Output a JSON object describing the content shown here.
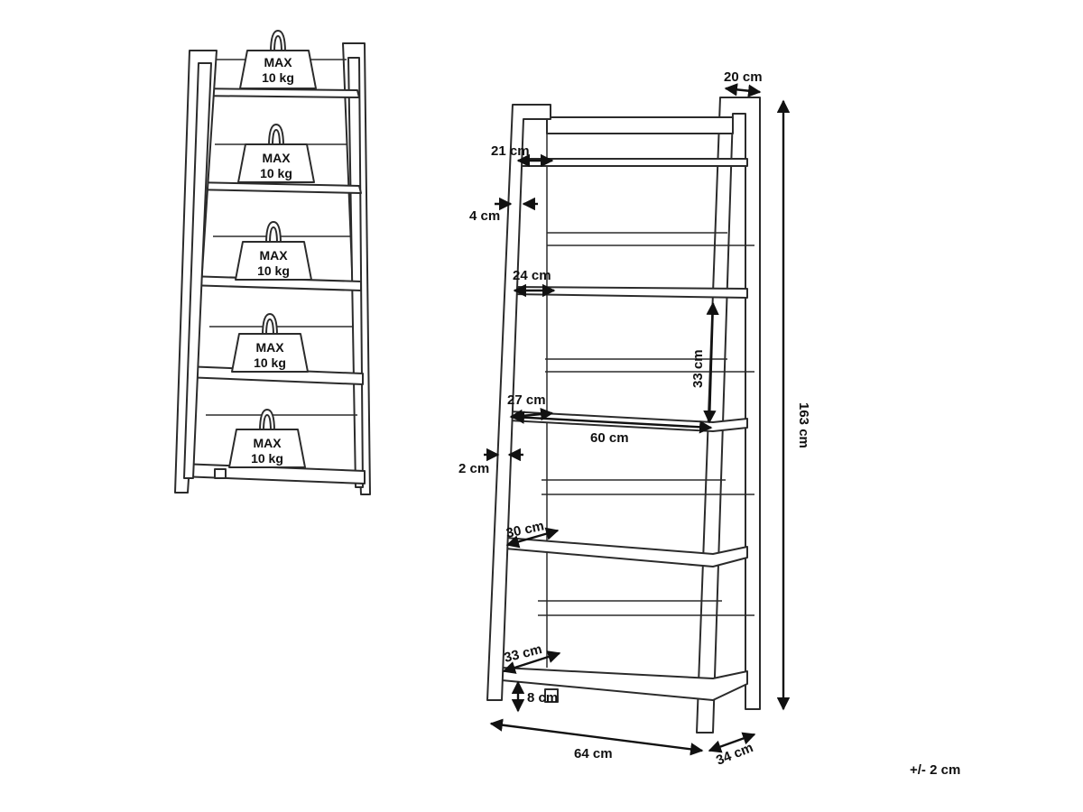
{
  "weights": [
    {
      "line1": "MAX",
      "line2": "10 kg"
    },
    {
      "line1": "MAX",
      "line2": "10 kg"
    },
    {
      "line1": "MAX",
      "line2": "10 kg"
    },
    {
      "line1": "MAX",
      "line2": "10 kg"
    },
    {
      "line1": "MAX",
      "line2": "10 kg"
    }
  ],
  "dimensions": {
    "top_depth": "20 cm",
    "total_height": "163 cm",
    "shelf1_depth": "21 cm",
    "frame_thickness": "4 cm",
    "shelf2_depth": "24 cm",
    "shelf_spacing": "33 cm",
    "shelf3_depth": "27 cm",
    "shelf_width": "60 cm",
    "shelf_thickness": "2 cm",
    "shelf4_depth": "30 cm",
    "shelf5_depth": "33 cm",
    "bottom_clearance": "8 cm",
    "total_width": "64 cm",
    "total_depth": "34 cm"
  },
  "tolerance": "+/- 2 cm"
}
